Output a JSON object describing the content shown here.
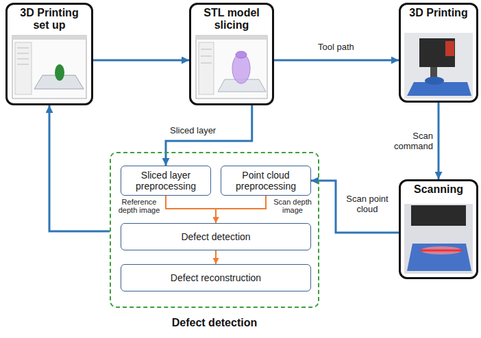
{
  "diagram": {
    "nodes": [
      {
        "text": [
          "3D Printing set up"
        ]
      },
      {
        "text": [
          "STL model slicing"
        ]
      },
      {
        "text": [
          "3D Printing"
        ]
      },
      {
        "text": [
          "Scanning"
        ]
      },
      {
        "text": [
          "Defect detection"
        ]
      },
      {
        "text": [
          "Sliced layer preprocessing"
        ],
        "in": 4
      },
      {
        "text": [
          "Point cloud preprocessing"
        ],
        "in": 4
      },
      {
        "text": [
          "Defect detection"
        ],
        "in": 4
      },
      {
        "text": [
          "Defect reconstruction"
        ],
        "in": 4
      }
    ],
    "edges": [
      {
        "from": 0,
        "to": 1,
        "arrow": "to"
      },
      {
        "from": 1,
        "to": 2,
        "label": "Tool path",
        "arrow": "to"
      },
      {
        "from": 2,
        "to": 3,
        "label": "Scan command",
        "arrow": "to"
      },
      {
        "from": 3,
        "to": 6,
        "label": "Scan point cloud",
        "arrow": "to"
      },
      {
        "from": 1,
        "to": 5,
        "label": "Sliced layer",
        "arrow": "to"
      },
      {
        "from": 4,
        "to": 0,
        "arrow": "to"
      },
      {
        "from": 5,
        "to": 7,
        "label": "Reference depth image",
        "arrow": "to"
      },
      {
        "from": 6,
        "to": 7,
        "label": "Scan depth image",
        "arrow": "to"
      },
      {
        "from": 7,
        "to": 8,
        "arrow": "to"
      }
    ]
  }
}
